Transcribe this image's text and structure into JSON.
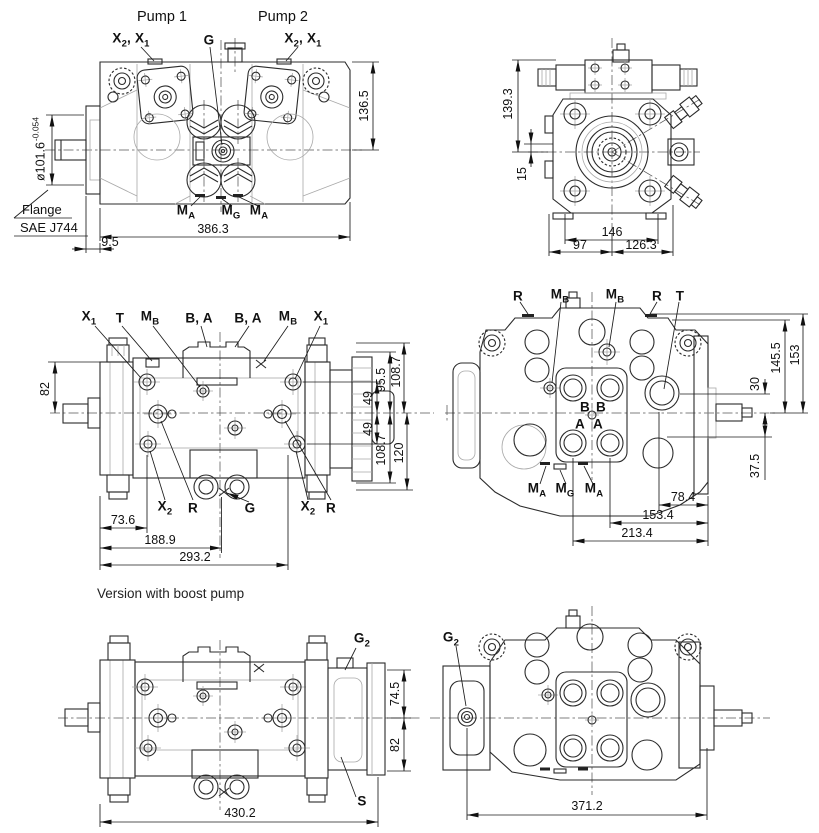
{
  "sheet": {
    "section_title": "Version with boost pump"
  },
  "front_view": {
    "pump1_label": "Pump 1",
    "pump2_label": "Pump 2",
    "port_x2x1_left": "X~2~, X~1~",
    "port_g": "G",
    "port_x2x1_right": "X~2~, X~1~",
    "port_ma_left": "M~A~",
    "port_mg": "M~G~",
    "port_ma_right": "M~A~",
    "dim_height": "136.5",
    "dim_length": "386.3",
    "dim_flange_offset": "9.5",
    "shaft_diameter": "ø101.6",
    "shaft_diameter_tolerance": "-0.054",
    "flange_note_line1": "Flange",
    "flange_note_line2": "SAE J744"
  },
  "rear_view": {
    "dim_valve_height": "139.3",
    "dim_port_offset": "15",
    "dim_bolt_spacing": "146",
    "dim_front_depth": "97",
    "dim_rear_depth": "126.3"
  },
  "top_view": {
    "labels_top": [
      "X~1~",
      "T",
      "M~B~",
      "B, A",
      "B, A",
      "M~B~",
      "X~1~"
    ],
    "dim_left": "82",
    "dims_right": [
      "95.5",
      "108.7",
      "49",
      "49",
      "108.7",
      "120"
    ],
    "labels_bottom": [
      "X~2~",
      "R",
      "G",
      "X~2~",
      "R"
    ],
    "dims_bottom": [
      "73.6",
      "188.9",
      "293.2"
    ]
  },
  "port_view": {
    "labels_top": [
      "R",
      "M~B~",
      "M~B~",
      "R",
      "T"
    ],
    "label_b_left": "B",
    "label_b_right": "B",
    "label_a_left": "A",
    "label_a_right": "A",
    "labels_bottom": [
      "M~A~",
      "M~G~",
      "M~A~"
    ],
    "dims_right": [
      "30",
      "145.5",
      "153",
      "37.5"
    ],
    "dims_bottom": [
      "78.4",
      "153.4",
      "213.4"
    ]
  },
  "boost_side_view": {
    "port_g2": "G~2~",
    "port_s": "S",
    "dim_upper": "74.5",
    "dim_lower": "82",
    "dim_length": "430.2"
  },
  "boost_port_view": {
    "port_g2": "G~2~",
    "dim_length": "371.2"
  }
}
